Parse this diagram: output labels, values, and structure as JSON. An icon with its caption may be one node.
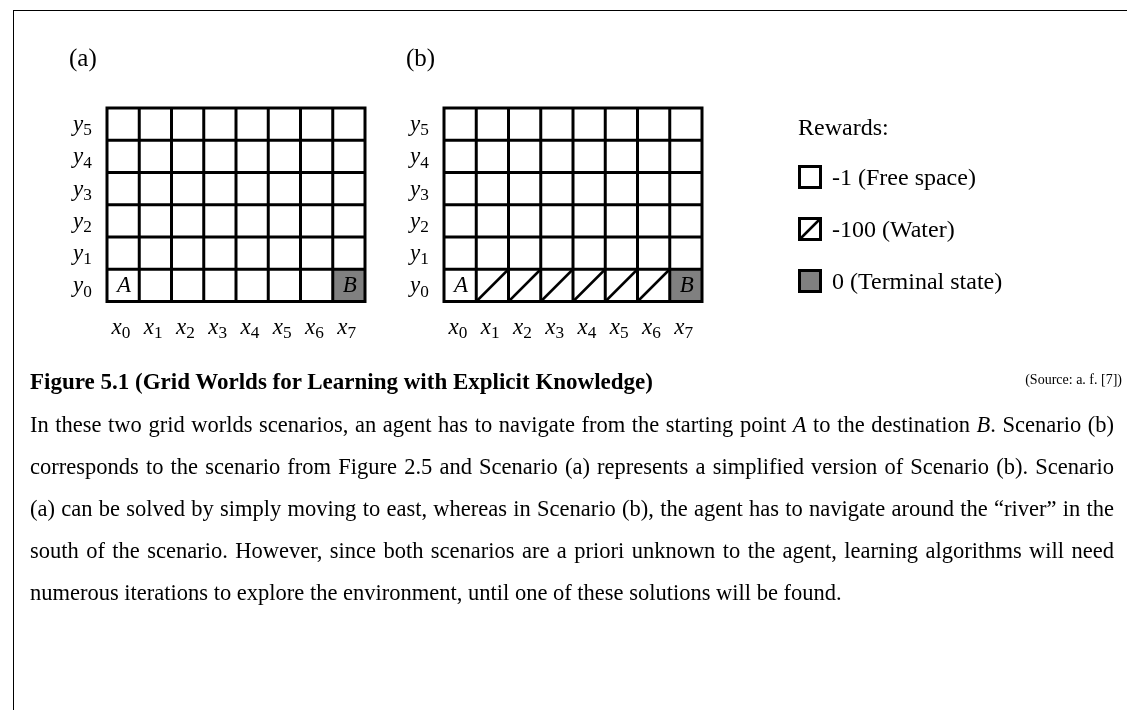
{
  "diagram": {
    "title": "Figure 5.1 (Grid Worlds for Learning with Explicit Knowledge)",
    "caption": "In these two grid worlds scenarios, an agent has to navigate from the starting point *A* to the destination *B*. Scenario (b) corresponds to the scenario from Figure 2.5 and Scenario (a) represents a simplified version of Scenario (b). Scenario (a) can be solved by simply moving to east, whereas in Scenario (b), the agent has to navigate around the “river” in the south of the scenario. However, since both scenarios are a priori unknown to the agent, learning algorithms will need numerous iterations to explore the environment, until one of these solutions will be found.",
    "nodes": [
      {
        "text": [
          "(a)"
        ]
      },
      {
        "text": [
          "(b)"
        ]
      }
    ],
    "labels": [
      "*y*$_{5}$",
      "*y*$_{4}$",
      "*y*$_{3}$",
      "*y*$_{2}$",
      "*y*$_{1}$",
      "*y*$_{0}$",
      "A",
      "B",
      "*x*$_{0}$",
      "*x*$_{1}$",
      "*x*$_{2}$",
      "*x*$_{3}$",
      "*x*$_{4}$",
      "*x*$_{5}$",
      "*x*$_{6}$",
      "*x*$_{7}$",
      "*y*$_{5}$",
      "*y*$_{4}$",
      "*y*$_{3}$",
      "*y*$_{2}$",
      "*y*$_{1}$",
      "*y*$_{0}$",
      "A",
      "B",
      "*x*$_{0}$",
      "*x*$_{1}$",
      "*x*$_{2}$",
      "*x*$_{3}$",
      "*x*$_{4}$",
      "*x*$_{5}$",
      "*x*$_{6}$",
      "*x*$_{7}$",
      "Rewards:",
      "(Source: a. f. [7])"
    ],
    "legend": [
      {
        "text": "-1 (Free space)",
        "color": "#ffffff"
      },
      {
        "text": "-100 (Water)"
      },
      {
        "text": "0 (Terminal state)",
        "color": "#808080"
      }
    ]
  }
}
